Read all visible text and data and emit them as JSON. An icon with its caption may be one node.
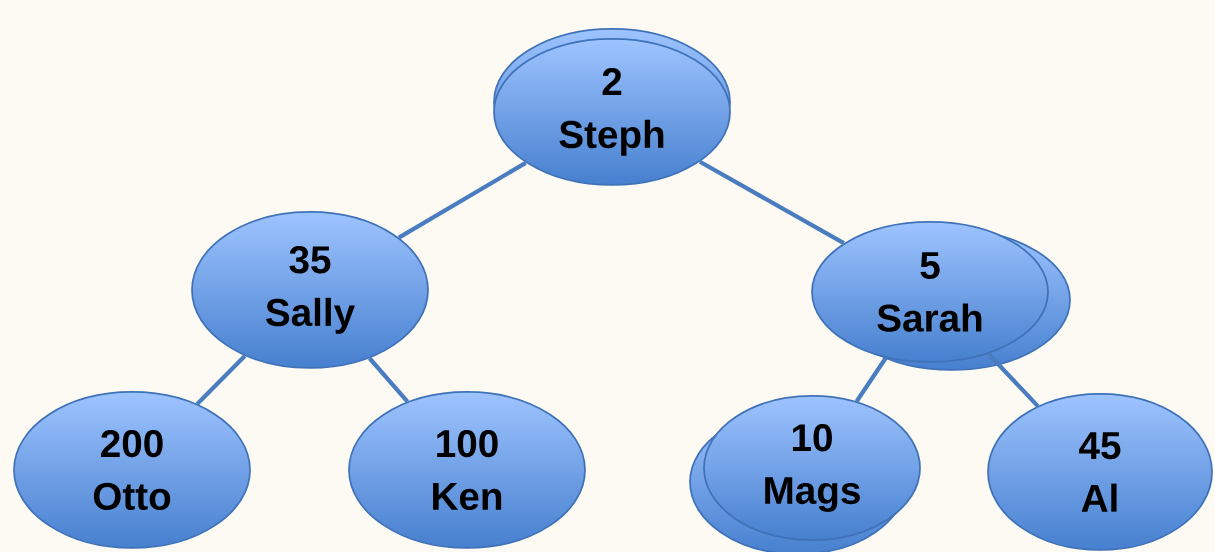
{
  "diagram": {
    "nodes": [
      {
        "text": [
          "2",
          "Steph"
        ]
      },
      {
        "text": [
          "35",
          "Sally"
        ]
      },
      {
        "text": [
          "5",
          "Sarah"
        ]
      },
      {
        "text": [
          "200",
          "Otto"
        ]
      },
      {
        "text": [
          "100",
          "Ken"
        ]
      },
      {
        "text": [
          "10",
          "Mags"
        ]
      },
      {
        "text": [
          "45",
          "Al"
        ]
      }
    ],
    "edges": [
      {
        "from": 0,
        "to": 1,
        "arrow": "none"
      },
      {
        "from": 0,
        "to": 2,
        "arrow": "none"
      },
      {
        "from": 1,
        "to": 3,
        "arrow": "none"
      },
      {
        "from": 1,
        "to": 4,
        "arrow": "none"
      },
      {
        "from": 2,
        "to": 5,
        "arrow": "none"
      },
      {
        "from": 2,
        "to": 6,
        "arrow": "none"
      }
    ]
  }
}
